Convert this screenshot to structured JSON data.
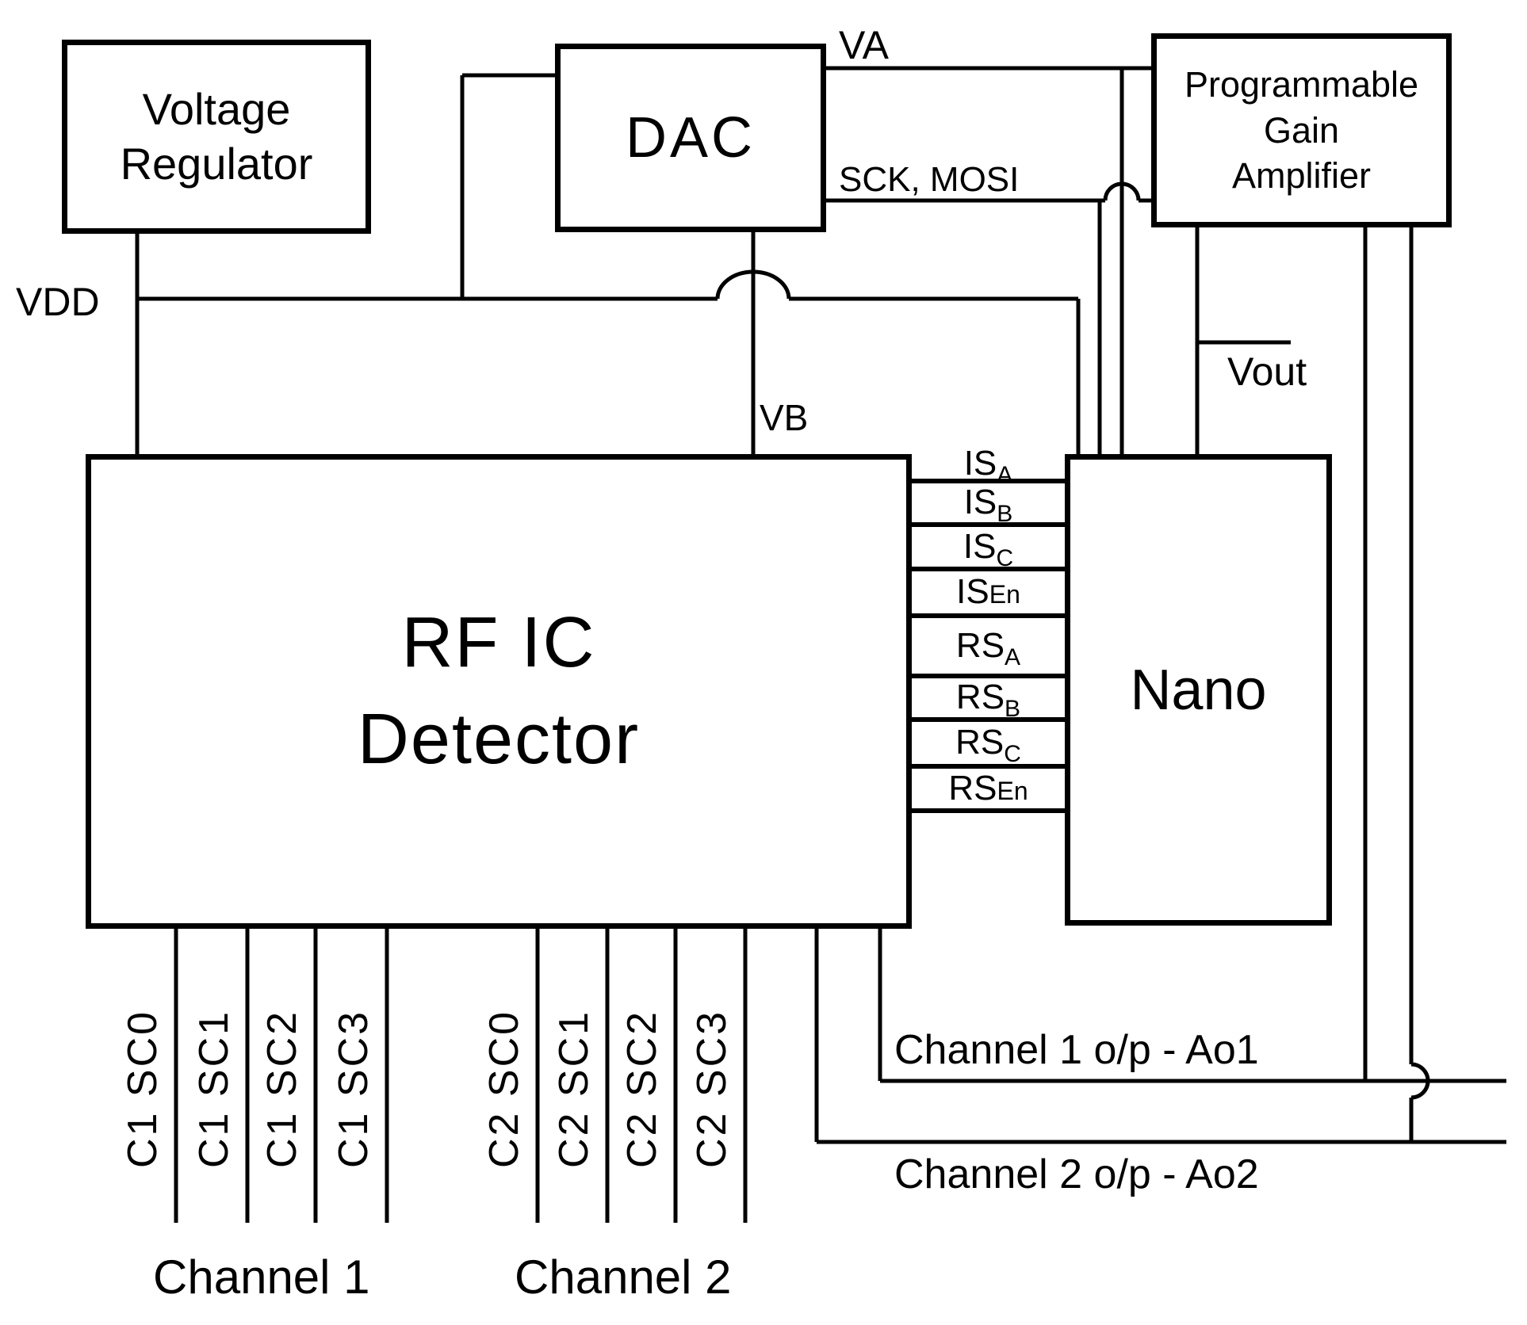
{
  "colors": {
    "background": "#ffffff",
    "line": "#000000"
  },
  "blocks": {
    "voltage_regulator": "Voltage\nRegulator",
    "dac": "DAC",
    "pga": "Programmable\nGain\nAmplifier",
    "rf_ic_detector": "RF IC\nDetector",
    "nano": "Nano"
  },
  "signals": {
    "vdd": "VDD",
    "va": "VA",
    "sck_mosi": "SCK, MOSI",
    "vb": "VB",
    "vout": "Vout",
    "channel1_output": "Channel 1 o/p - Ao1",
    "channel2_output": "Channel 2 o/p - Ao2"
  },
  "bus_labels": [
    {
      "main": "IS",
      "sub": "A"
    },
    {
      "main": "IS",
      "sub": "B"
    },
    {
      "main": "IS",
      "sub": "C"
    },
    {
      "main": "IS",
      "sub": "En"
    },
    {
      "main": "RS",
      "sub": "A"
    },
    {
      "main": "RS",
      "sub": "B"
    },
    {
      "main": "RS",
      "sub": "C"
    },
    {
      "main": "RS",
      "sub": "En"
    }
  ],
  "channel1": {
    "label": "Channel 1",
    "pins": [
      "C1 SC0",
      "C1 SC1",
      "C1 SC2",
      "C1 SC3"
    ]
  },
  "channel2": {
    "label": "Channel 2",
    "pins": [
      "C2 SC0",
      "C2 SC1",
      "C2 SC2",
      "C2 SC3"
    ]
  }
}
